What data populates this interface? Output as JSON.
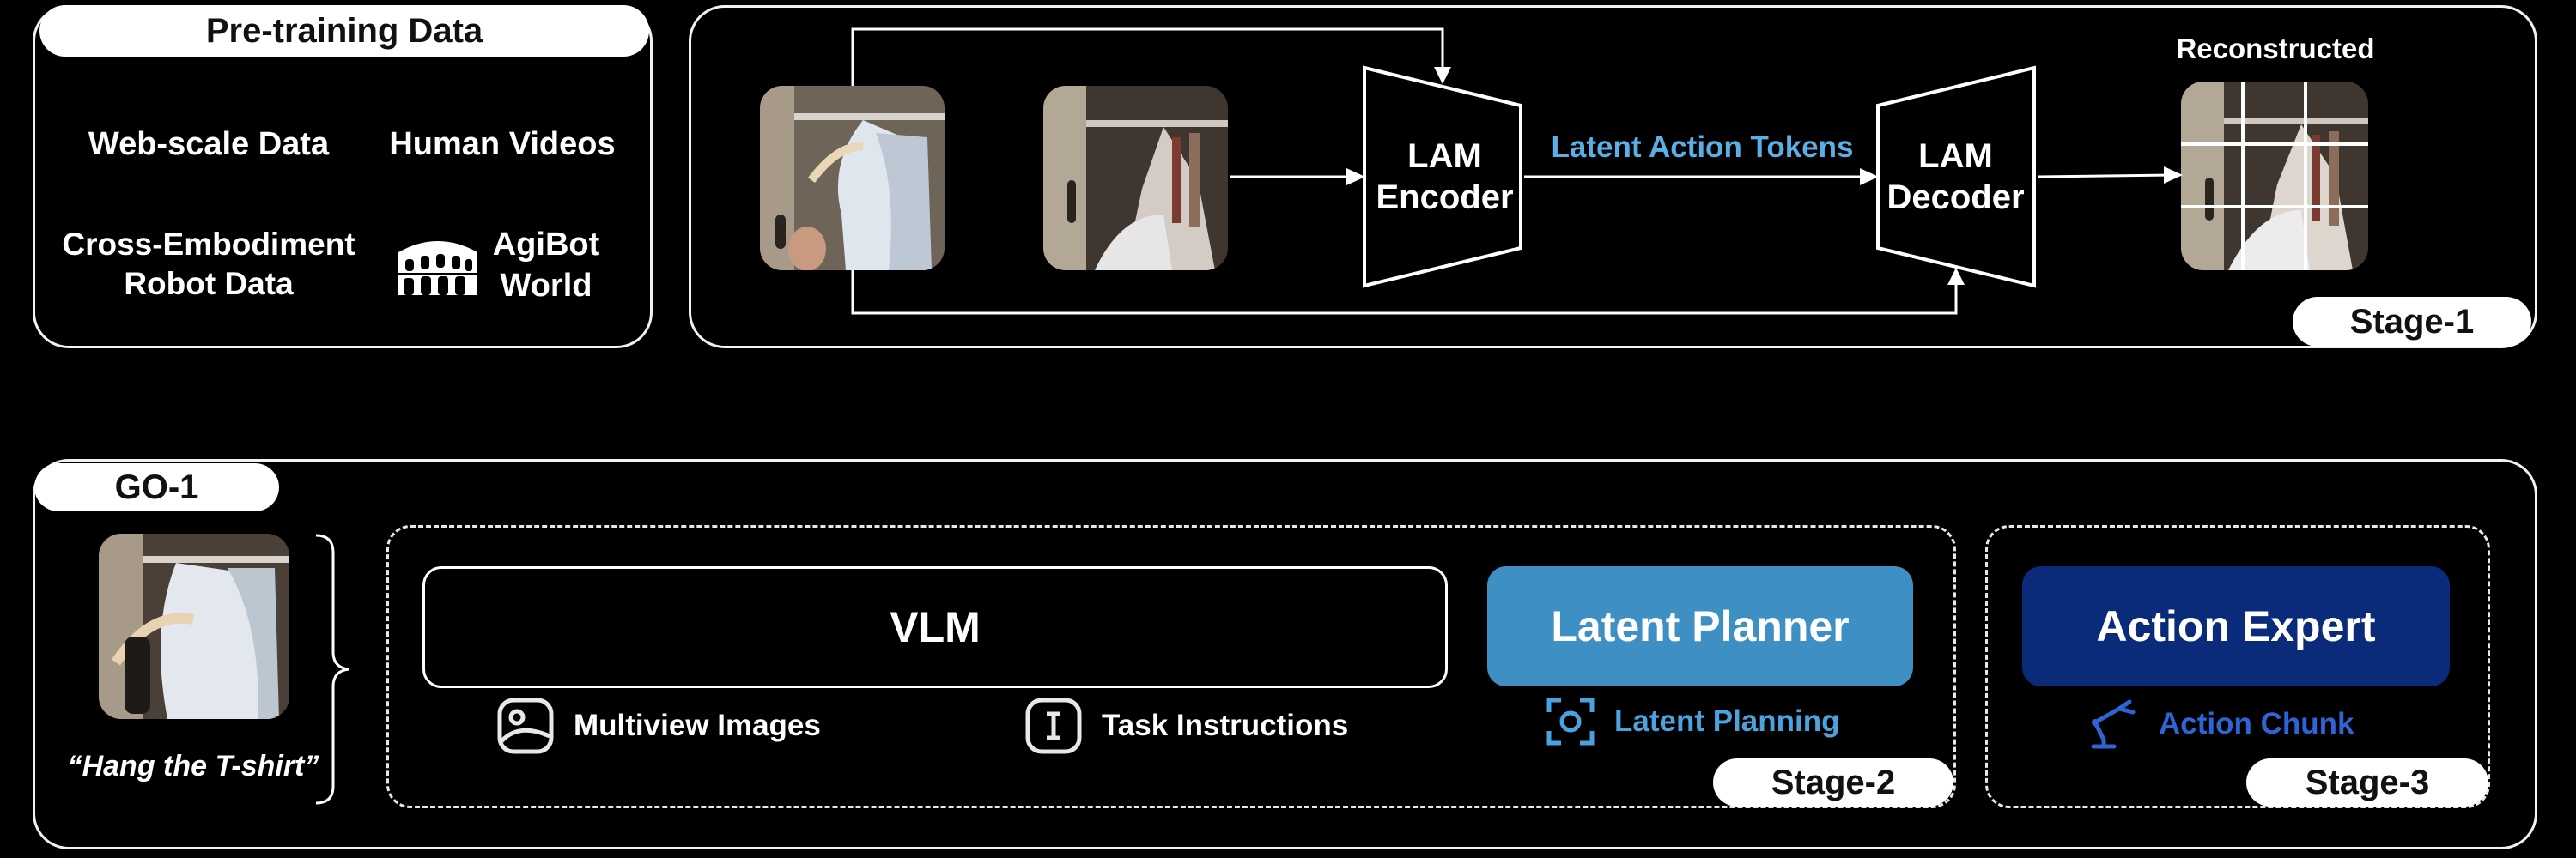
{
  "pretrain": {
    "title": "Pre-training Data",
    "web": "Web-scale Data",
    "human": "Human Videos",
    "cross_1": "Cross-Embodiment",
    "cross_2": "Robot Data",
    "agibot_1": "AgiBot",
    "agibot_2": "World"
  },
  "stage1": {
    "encoder_1": "LAM",
    "encoder_2": "Encoder",
    "decoder_1": "LAM",
    "decoder_2": "Decoder",
    "tokens": "Latent Action Tokens",
    "reconstructed": "Reconstructed",
    "stage_label": "Stage-1"
  },
  "go1": {
    "title": "GO-1",
    "instruction": "“Hang the T-shirt”",
    "vlm": "VLM",
    "multiview": "Multiview Images",
    "task": "Task Instructions",
    "latent_planner": "Latent Planner",
    "latent_planning": "Latent Planning",
    "stage2": "Stage-2",
    "action_expert": "Action Expert",
    "action_chunk": "Action Chunk",
    "stage3": "Stage-3"
  },
  "colors": {
    "token_blue": "#5ab0e6",
    "planner_blue": "#3d8fc4",
    "expert_navy": "#0a2a7a",
    "planning_icon": "#4aa3df",
    "chunk_blue": "#2e64d6"
  },
  "icons": {
    "landmark": "colosseum-icon",
    "images": "image-icon",
    "text": "text-cursor-icon",
    "focus": "focus-target-icon",
    "robot": "robot-arm-icon"
  }
}
